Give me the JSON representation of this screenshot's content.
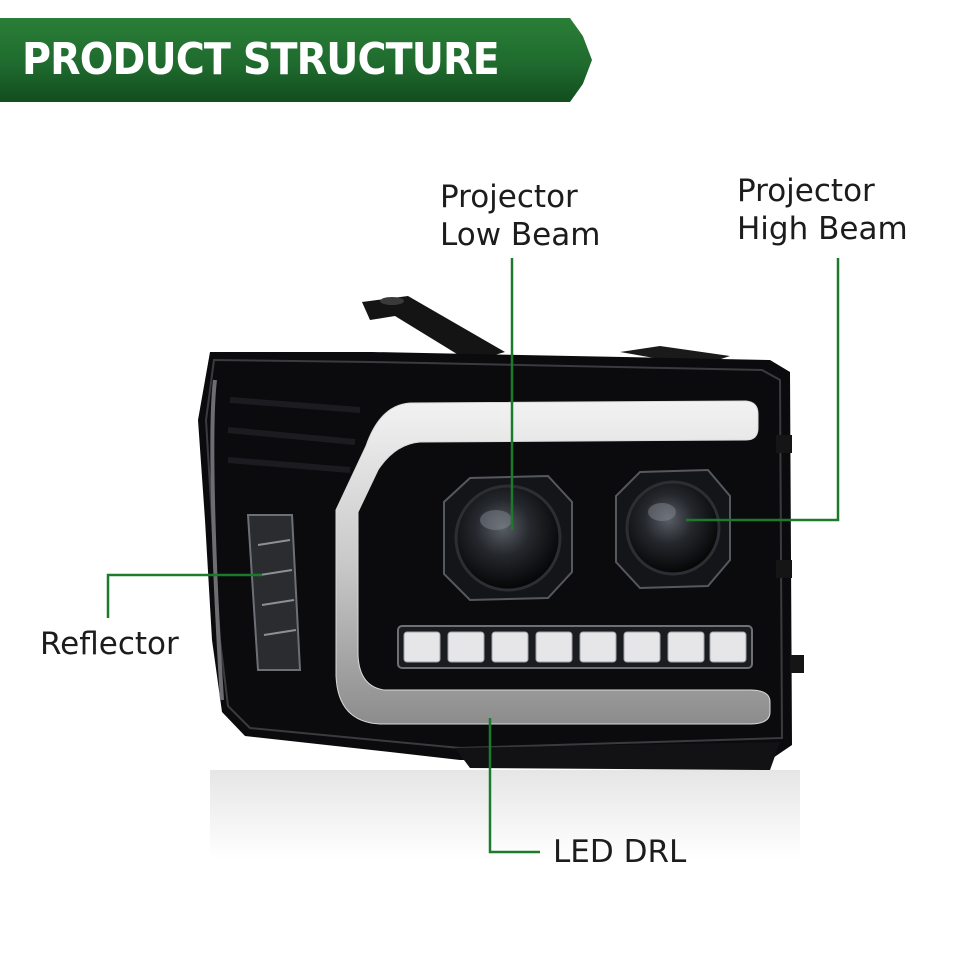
{
  "banner": {
    "title": "PRODUCT STRUCTURE"
  },
  "callouts": {
    "low_beam": {
      "line1": "Projector",
      "line2": "Low Beam"
    },
    "high_beam": {
      "line1": "Projector",
      "line2": "High Beam"
    },
    "reflector": {
      "label": "Reflector"
    },
    "led_drl": {
      "label": "LED DRL"
    }
  },
  "colors": {
    "banner_green": "#1f6b2e",
    "banner_green_dark": "#124d1e",
    "leader_line": "#1c7a2c",
    "housing": "#0b0b0d"
  }
}
